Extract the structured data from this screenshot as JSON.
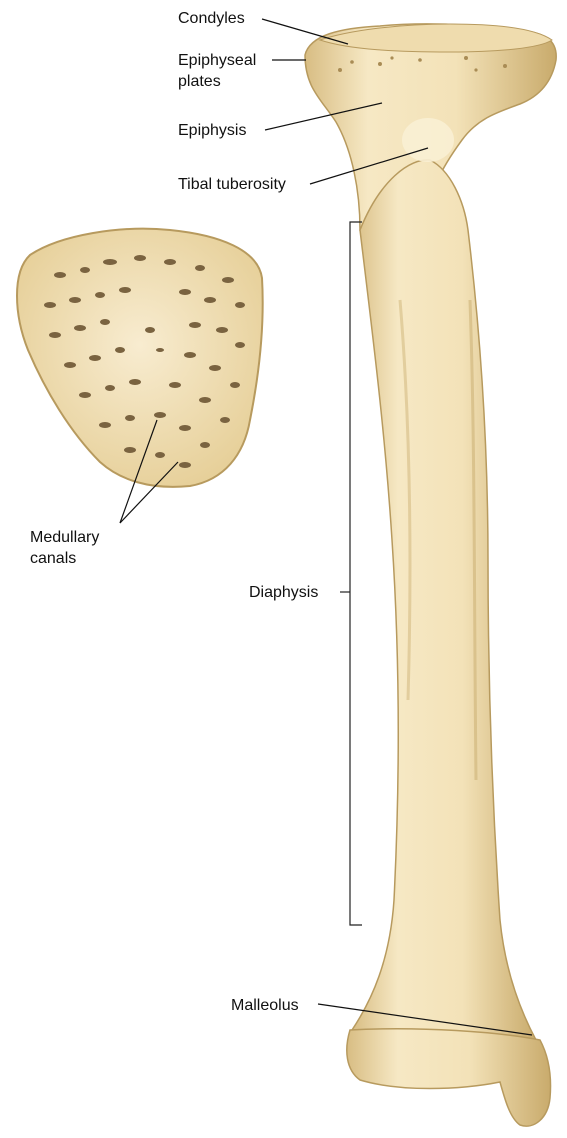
{
  "labels": {
    "condyles": "Condyles",
    "epiphyseal_plates": [
      "Epiphyseal",
      "plates"
    ],
    "epiphysis": "Epiphysis",
    "tibal_tuberosity": "Tibal tuberosity",
    "medullary_canals": [
      "Medullary",
      "canals"
    ],
    "diaphysis": "Diaphysis",
    "malleolus": "Malleolus"
  },
  "colors": {
    "bone_fill": "#f3e2b8",
    "bone_shade": "#d9bf86",
    "bone_outline": "#b79a5e",
    "canal": "#7a6340",
    "leader": "#111111"
  }
}
